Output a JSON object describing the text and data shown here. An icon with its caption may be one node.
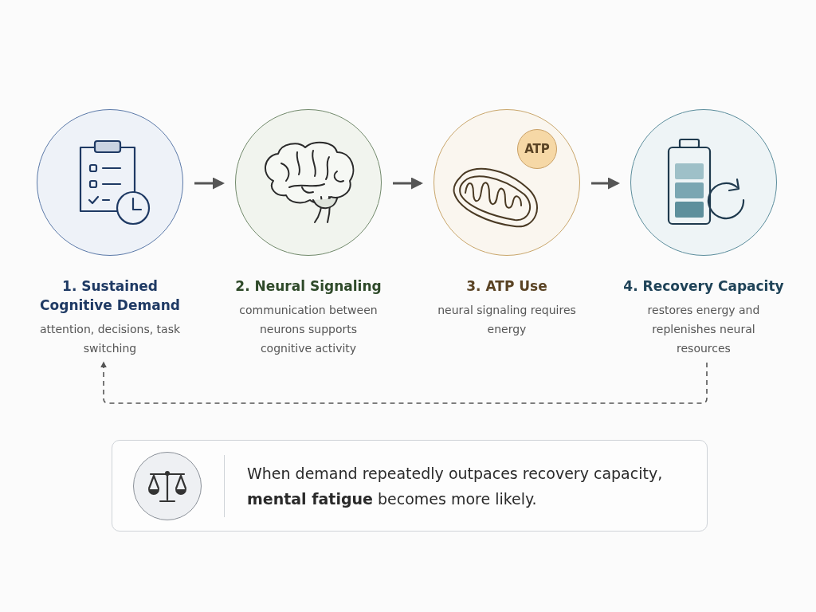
{
  "diagram": {
    "nodes": [
      {
        "text": [
          "1. Sustained Cognitive Demand",
          "attention, decisions, task switching"
        ]
      },
      {
        "text": [
          "2. Neural Signaling",
          "communication between neurons supports cognitive activity"
        ]
      },
      {
        "text": [
          "3. ATP Use",
          "neural signaling requires energy"
        ]
      },
      {
        "text": [
          "ATP"
        ],
        "in": 2
      },
      {
        "text": [
          "4. Recovery Capacity",
          "restores energy and replenishes neural resources"
        ]
      },
      {
        "text": [
          "When demand repeatedly outpaces recovery capacity, **mental fatigue** becomes more likely."
        ]
      }
    ],
    "edges": [
      {
        "from": 0,
        "to": 1,
        "arrow": "to"
      },
      {
        "from": 1,
        "to": 2,
        "arrow": "to"
      },
      {
        "from": 2,
        "to": 4,
        "arrow": "to"
      },
      {
        "from": 4,
        "to": 0,
        "arrow": "to",
        "style": "dashed"
      }
    ]
  }
}
